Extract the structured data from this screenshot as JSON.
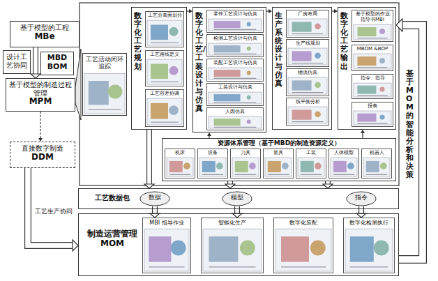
{
  "diagram": {
    "nodes": [
      {
        "text": [
          "基于模型的工程",
          "MBe"
        ]
      },
      {
        "text": [
          "设计工艺协同"
        ]
      },
      {
        "text": [
          "MBD BOM"
        ]
      },
      {
        "text": [
          "基于模型的制造过程管理",
          "MPM"
        ]
      },
      {
        "text": [
          "直接数字制造",
          "DDM"
        ]
      },
      {
        "text": [
          "工艺活动闭环追踪"
        ]
      },
      {
        "text": [
          "数字化工艺规划"
        ]
      },
      {
        "text": [
          "工艺分离面划分"
        ],
        "in": 6
      },
      {
        "text": [
          "工艺路线定义"
        ],
        "in": 6
      },
      {
        "text": [
          "工艺容差协调"
        ],
        "in": 6
      },
      {
        "text": [
          "数字化工艺/工装设计与仿真"
        ]
      },
      {
        "text": [
          "零件工艺设计与仿真"
        ],
        "in": 10
      },
      {
        "text": [
          "检测工艺设计与仿真"
        ],
        "in": 10
      },
      {
        "text": [
          "装配工艺设计与仿真"
        ],
        "in": 10
      },
      {
        "text": [
          "工装设计与仿真"
        ],
        "in": 10
      },
      {
        "text": [
          "人因仿真"
        ],
        "in": 10
      },
      {
        "text": [
          "生产系统设计与仿真"
        ]
      },
      {
        "text": [
          "厂房布局"
        ],
        "in": 16
      },
      {
        "text": [
          "生产线规划"
        ],
        "in": 16
      },
      {
        "text": [
          "物流仿真"
        ],
        "in": 16
      },
      {
        "text": [
          "线平衡分析"
        ],
        "in": 16
      },
      {
        "text": [
          "数字化工艺输出"
        ]
      },
      {
        "text": [
          "基于模型的作业指导书MBI"
        ],
        "in": 21
      },
      {
        "text": [
          "MBOM &BOP"
        ],
        "in": 21
      },
      {
        "text": [
          "指令、指导"
        ],
        "in": 21
      },
      {
        "text": [
          "报表"
        ],
        "in": 21
      },
      {
        "text": [
          "资源体系管理（基于MBD的制造资源定义）"
        ]
      },
      {
        "text": [
          "机床"
        ],
        "in": 26
      },
      {
        "text": [
          "设备"
        ],
        "in": 26
      },
      {
        "text": [
          "刀具"
        ],
        "in": 26
      },
      {
        "text": [
          "量具"
        ],
        "in": 26
      },
      {
        "text": [
          "工装"
        ],
        "in": 26
      },
      {
        "text": [
          "人体模型"
        ],
        "in": 26
      },
      {
        "text": [
          "机器人"
        ],
        "in": 26
      },
      {
        "text": [
          "工艺数据包"
        ]
      },
      {
        "text": [
          "数据"
        ],
        "in": 34
      },
      {
        "text": [
          "模型"
        ],
        "in": 34
      },
      {
        "text": [
          "指令"
        ],
        "in": 34
      },
      {
        "text": [
          "制造运营管理",
          "MOM"
        ]
      },
      {
        "text": [
          "MBI 指导作业"
        ],
        "in": 38
      },
      {
        "text": [
          "智能化生产"
        ],
        "in": 38
      },
      {
        "text": [
          "数字化装配"
        ],
        "in": 38
      },
      {
        "text": [
          "数字化检测执行"
        ],
        "in": 38
      }
    ],
    "edges": [
      {
        "from": 0,
        "to": 3,
        "arrow": "to"
      },
      {
        "from": 3,
        "to": 4,
        "arrow": "to"
      },
      {
        "from": 4,
        "to": 38,
        "arrow": "to"
      },
      {
        "from": 6,
        "to": 10,
        "arrow": "to"
      },
      {
        "from": 10,
        "to": 16,
        "arrow": "to"
      },
      {
        "from": 16,
        "to": 21,
        "arrow": "to"
      },
      {
        "from": 26,
        "to": 10,
        "arrow": "to"
      },
      {
        "from": 26,
        "to": 21,
        "arrow": "to"
      },
      {
        "from": 6,
        "to": 34,
        "arrow": "to"
      },
      {
        "from": 26,
        "to": 34,
        "arrow": "to"
      },
      {
        "from": 26,
        "to": 34,
        "arrow": "to"
      },
      {
        "from": 35,
        "to": 39,
        "arrow": "to"
      },
      {
        "from": 36,
        "to": 40,
        "arrow": "to"
      },
      {
        "from": 37,
        "to": 42,
        "arrow": "to"
      },
      {
        "from": 38,
        "to": 21,
        "arrow": "to"
      }
    ],
    "labels": [
      "工艺生产协同",
      "基于MOM的智能分析和决策"
    ]
  }
}
